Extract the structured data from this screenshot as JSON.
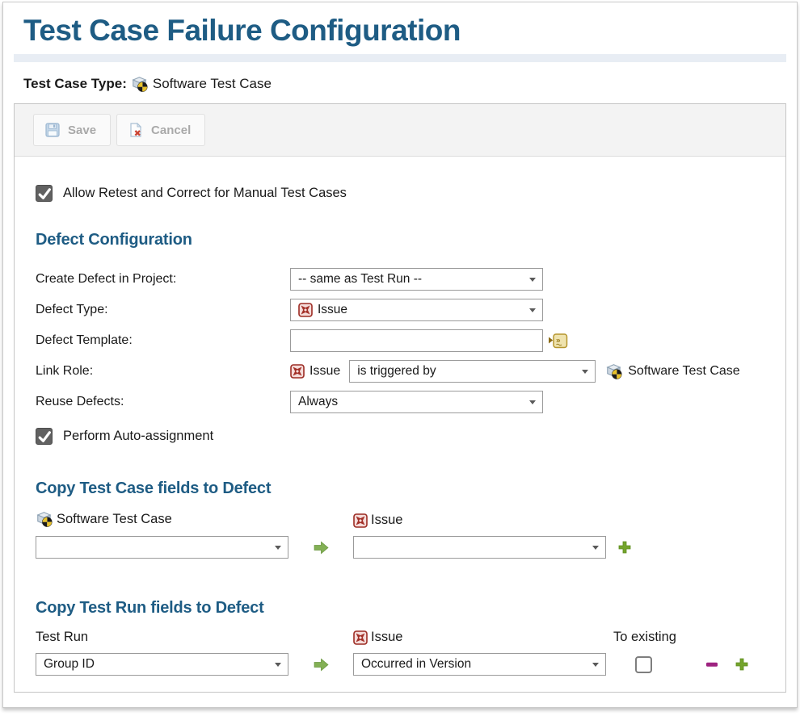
{
  "colors": {
    "heading_blue": "#1e5c84",
    "arrow_green": "#83b055",
    "plus_green": "#74a42c",
    "minus_magenta": "#9e2380",
    "toolbar_bg": "#f3f3f3",
    "title_bar": "#e8edf4"
  },
  "header": {
    "title": "Test Case Failure Configuration",
    "type_label": "Test Case Type:",
    "type_value": "Software Test Case"
  },
  "toolbar": {
    "save": "Save",
    "cancel": "Cancel"
  },
  "options": {
    "allow_retest": {
      "label": "Allow Retest and Correct for Manual Test Cases",
      "checked": true
    },
    "auto_assign": {
      "label": "Perform Auto-assignment",
      "checked": true
    }
  },
  "defect_config": {
    "heading": "Defect Configuration",
    "rows": {
      "project": {
        "label": "Create Defect in Project:",
        "value": "-- same as Test Run --"
      },
      "type": {
        "label": "Defect Type:",
        "value": "Issue"
      },
      "template": {
        "label": "Defect Template:",
        "value": ""
      },
      "link_role": {
        "label": "Link Role:",
        "source": "Issue",
        "value": "is triggered by",
        "target": "Software Test Case"
      },
      "reuse": {
        "label": "Reuse Defects:",
        "value": "Always"
      }
    }
  },
  "copy_test_case": {
    "heading": "Copy Test Case fields to Defect",
    "source_label": "Software Test Case",
    "target_label": "Issue",
    "source_value": "",
    "target_value": ""
  },
  "copy_test_run": {
    "heading": "Copy Test Run fields to Defect",
    "source_label": "Test Run",
    "target_label": "Issue",
    "to_existing_label": "To existing",
    "source_value": "Group ID",
    "target_value": "Occurred in Version",
    "to_existing_checked": false
  }
}
